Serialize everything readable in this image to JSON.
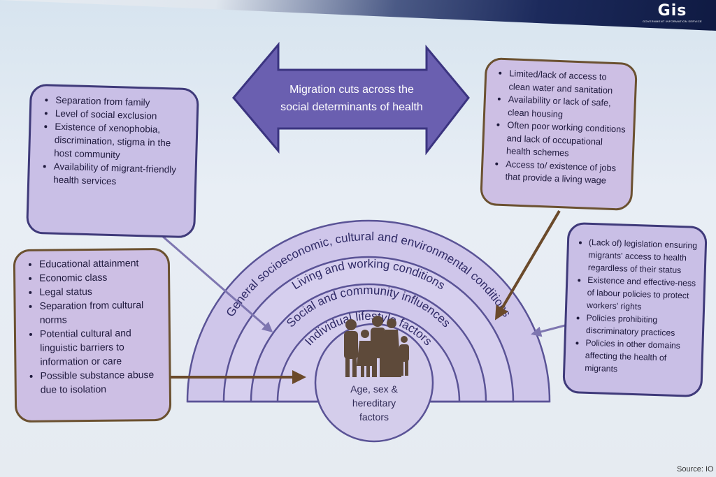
{
  "header": {
    "logo_text": "Gis",
    "logo_subtext": "GOVERNMENT INFORMATION SERVICE"
  },
  "arrow": {
    "line1": "Migration cuts across the",
    "line2": "social determinants of health"
  },
  "arcs": [
    "General socioeconomic, cultural and environmental conditions",
    "Living and working conditions",
    "Social and community influences",
    "Individual lifestyle factors"
  ],
  "center": {
    "line1": "Age, sex &",
    "line2": "hereditary",
    "line3": "factors"
  },
  "box_top_left": {
    "items": [
      "Separation from family",
      "Level of social exclusion",
      "Existence of xenophobia, discrimination, stigma in the host community",
      "Availability of migrant-friendly health services"
    ]
  },
  "box_top_right": {
    "items": [
      "Limited/lack of access to clean water and sanitation",
      "Availability or lack of safe, clean housing",
      "Often poor working conditions and lack of occupational health schemes",
      "Access to/ existence of jobs that provide a living wage"
    ]
  },
  "box_left": {
    "items": [
      "Educational attainment",
      "Economic class",
      "Legal status",
      "Separation from cultural norms",
      "Potential cultural and linguistic barriers to information or care",
      "Possible substance abuse due to isolation"
    ]
  },
  "box_right": {
    "items": [
      "(Lack of) legislation ensuring migrants' access to health regardless of their status",
      "Existence and effective-ness of labour policies to protect workers' rights",
      "Policies prohibiting discriminatory practices",
      "Policies in other domains affecting the health of migrants"
    ]
  },
  "source": "Source: IO",
  "colors": {
    "box_fill": "#c9bfe6",
    "box_border": "#3f3a7a",
    "arrow_fill": "#6a5fb0",
    "arc_band": "#cfc6ea",
    "pointer": "#6b4a2a"
  },
  "icons": {
    "center_icon": "family-icon"
  }
}
